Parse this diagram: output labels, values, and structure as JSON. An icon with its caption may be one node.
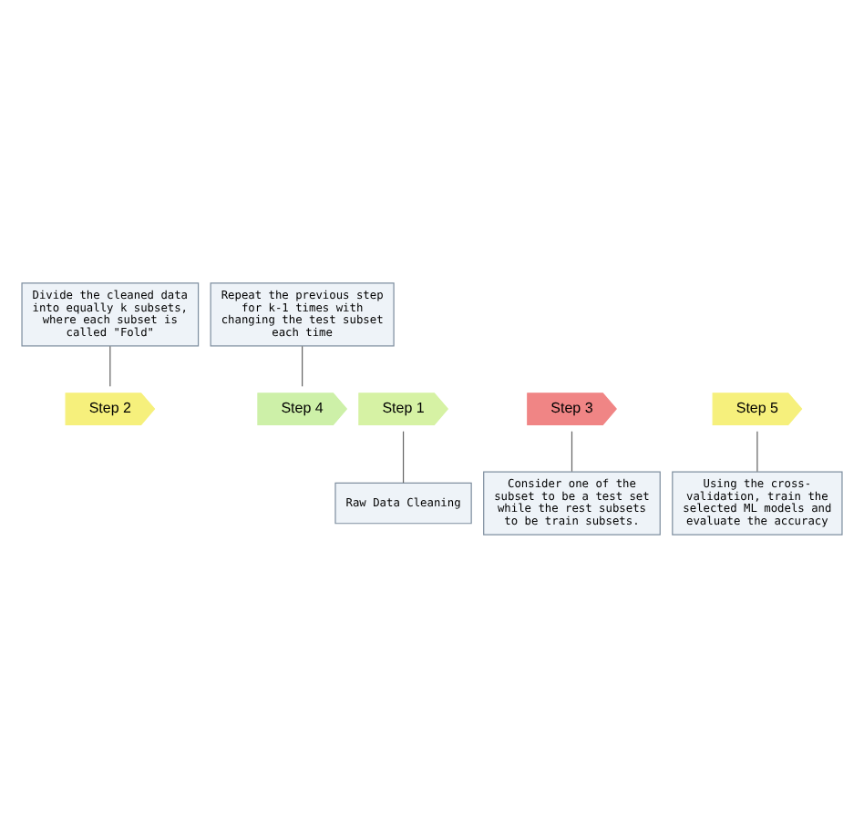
{
  "diagram": {
    "nodes": [
      {
        "text": [
          "Divide the cleaned data into equally k subsets, where each subset is called \"Fold\""
        ]
      },
      {
        "text": [
          "Repeat the previous step for k-1 times with changing the test subset each time"
        ]
      },
      {
        "text": [
          "Step 1"
        ]
      },
      {
        "text": [
          "Step 2"
        ]
      },
      {
        "text": [
          "Step 3"
        ]
      },
      {
        "text": [
          "Step 4"
        ]
      },
      {
        "text": [
          "Step 5"
        ]
      },
      {
        "text": [
          "Raw Data Cleaning"
        ]
      },
      {
        "text": [
          "Consider one of the subset to be a test set while the rest subsets to be train subsets."
        ]
      },
      {
        "text": [
          "Using the cross-validation, train the selected ML models and evaluate the accuracy"
        ]
      }
    ],
    "edges": [
      {
        "from": 0,
        "to": 3,
        "arrow": "none"
      },
      {
        "from": 1,
        "to": 5,
        "arrow": "none"
      },
      {
        "from": 2,
        "to": 7,
        "arrow": "none"
      },
      {
        "from": 4,
        "to": 8,
        "arrow": "none"
      },
      {
        "from": 6,
        "to": 9,
        "arrow": "none"
      }
    ]
  }
}
